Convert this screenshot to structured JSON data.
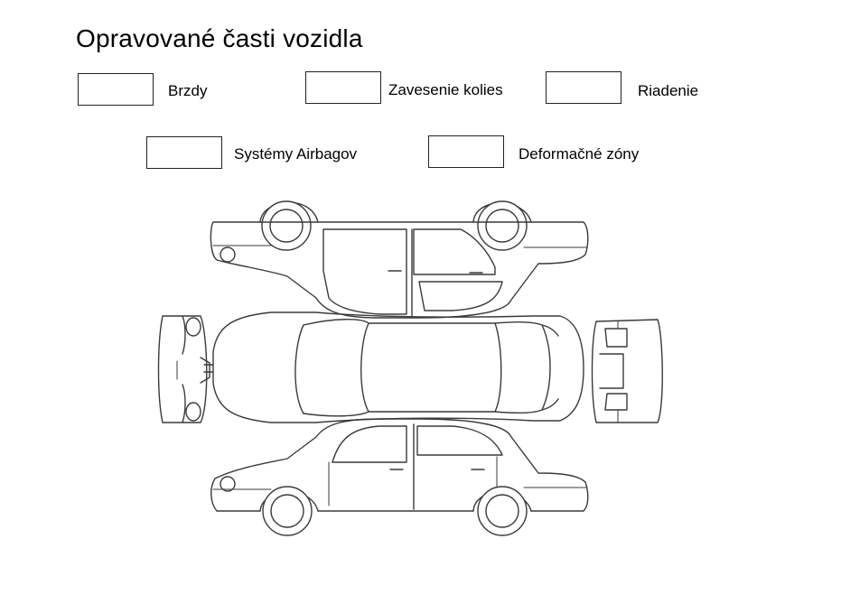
{
  "title": "Opravované časti vozidla",
  "options": [
    {
      "id": "brzdy",
      "label": "Brzdy",
      "checked": false
    },
    {
      "id": "zavesenie",
      "label": "Zavesenie kolies",
      "checked": false
    },
    {
      "id": "riadenie",
      "label": "Riadenie",
      "checked": false
    },
    {
      "id": "airbagy",
      "label": "Systémy Airbagov",
      "checked": false
    },
    {
      "id": "deformacne",
      "label": "Deformačné zóny",
      "checked": false
    }
  ]
}
